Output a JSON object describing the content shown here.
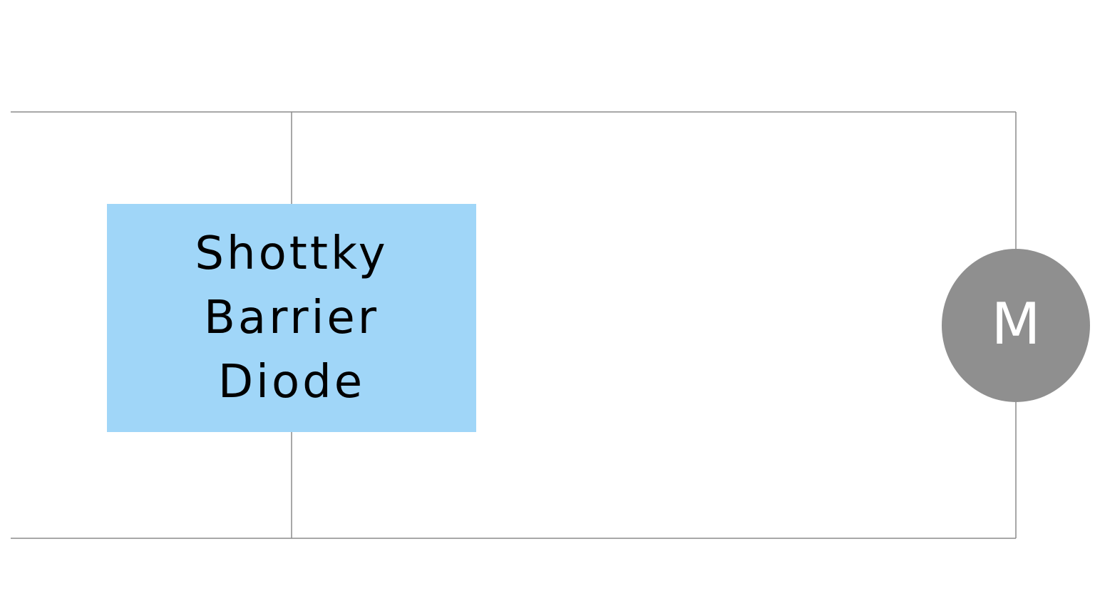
{
  "diagram": {
    "diode": {
      "lines": [
        "Shottky",
        "Barrier",
        "Diode"
      ],
      "fill_color": "#a0d6f8",
      "text_color": "#000000"
    },
    "motor": {
      "label": "M",
      "fill_color": "#8f8f8f",
      "text_color": "#ffffff"
    },
    "wire_color": "#8c8c8c"
  }
}
